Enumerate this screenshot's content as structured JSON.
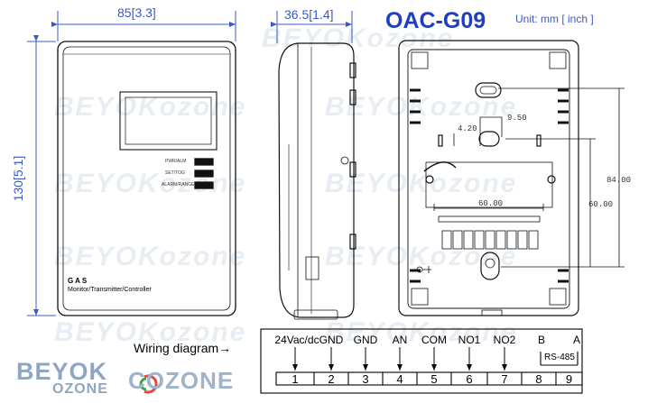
{
  "title": "OAC-G09",
  "unit_note": "Unit: mm [ inch ]",
  "dimensions": {
    "width": "85[3.3]",
    "depth": "36.5[1.4]",
    "height": "130[5.1]"
  },
  "front_panel": {
    "indicators": [
      "PWR/ALM",
      "SET/TOG",
      "ALARM/RANGE"
    ],
    "brand": "G A S",
    "caption": "Monitor/Transmitter/Controller"
  },
  "back_dims": {
    "d420": "4.20",
    "d950": "9.50",
    "d6000h": "60.00",
    "d8400": "84.00",
    "d6000v": "60.00"
  },
  "wiring": {
    "caption": "Wiring diagram→",
    "terminals": [
      {
        "label": "24Vac/dc",
        "num": "1"
      },
      {
        "label": "GND",
        "num": "2"
      },
      {
        "label": "GND",
        "num": "3"
      },
      {
        "label": "AN",
        "num": "4"
      },
      {
        "label": "COM",
        "num": "5"
      },
      {
        "label": "NO1",
        "num": "6"
      },
      {
        "label": "NO2",
        "num": "7"
      },
      {
        "label": "B",
        "num": "8"
      },
      {
        "label": "A",
        "num": "9"
      }
    ],
    "bus": "RS-485"
  },
  "watermark": "BEYOKozone",
  "logos": {
    "beyok": "BEYOK",
    "ozone_sub": "OZONE",
    "cozone": "COZONE"
  }
}
